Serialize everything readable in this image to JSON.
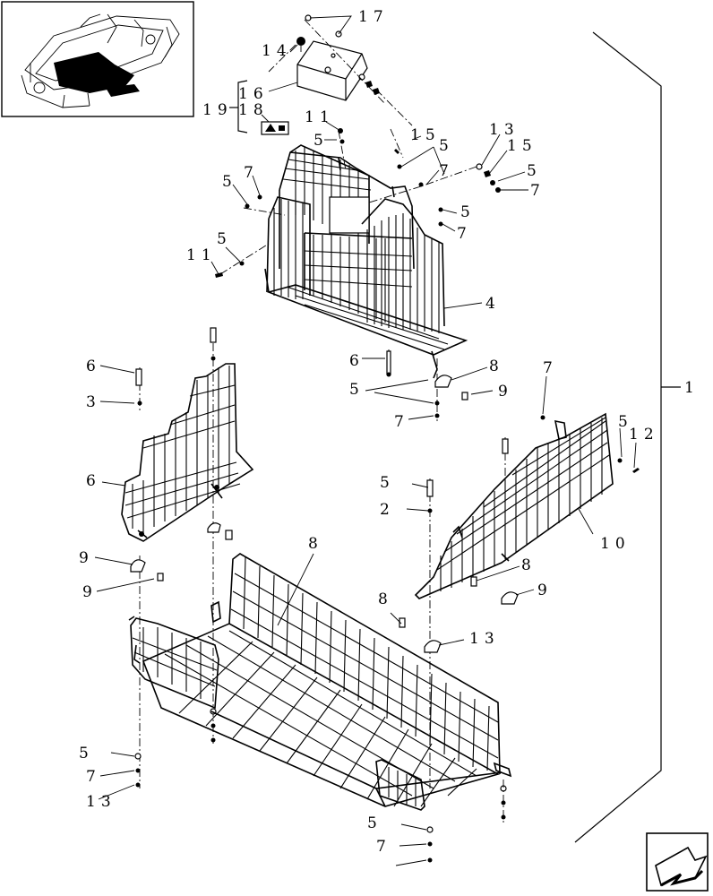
{
  "callouts": [
    {
      "id": "c17",
      "text": "17"
    },
    {
      "id": "c14",
      "text": "14"
    },
    {
      "id": "c16",
      "text": "16"
    },
    {
      "id": "c19",
      "text": "19"
    },
    {
      "id": "c18",
      "text": "18"
    },
    {
      "id": "c11a",
      "text": "11"
    },
    {
      "id": "c5a",
      "text": "5"
    },
    {
      "id": "c15a",
      "text": "15"
    },
    {
      "id": "c13a",
      "text": "13"
    },
    {
      "id": "c15b",
      "text": "15"
    },
    {
      "id": "c5b",
      "text": "5"
    },
    {
      "id": "c7a",
      "text": "7"
    },
    {
      "id": "c7b",
      "text": "7"
    },
    {
      "id": "c5c",
      "text": "5"
    },
    {
      "id": "c7c",
      "text": "7"
    },
    {
      "id": "c5d",
      "text": "5"
    },
    {
      "id": "c7d",
      "text": "7"
    },
    {
      "id": "c5e",
      "text": "5"
    },
    {
      "id": "c11b",
      "text": "11"
    },
    {
      "id": "c4",
      "text": "4"
    },
    {
      "id": "c6a",
      "text": "6"
    },
    {
      "id": "c5f",
      "text": "5"
    },
    {
      "id": "c6b",
      "text": "6"
    },
    {
      "id": "c8a",
      "text": "8"
    },
    {
      "id": "c5g",
      "text": "5"
    },
    {
      "id": "c9a",
      "text": "9"
    },
    {
      "id": "c7e",
      "text": "7"
    },
    {
      "id": "c7f",
      "text": "7"
    },
    {
      "id": "c1",
      "text": "1"
    },
    {
      "id": "c5h",
      "text": "5"
    },
    {
      "id": "c12",
      "text": "12"
    },
    {
      "id": "c3",
      "text": "3"
    },
    {
      "id": "c6c",
      "text": "6"
    },
    {
      "id": "c5i",
      "text": "5"
    },
    {
      "id": "c2",
      "text": "2"
    },
    {
      "id": "c10",
      "text": "10"
    },
    {
      "id": "c8b",
      "text": "8"
    },
    {
      "id": "c9b",
      "text": "9"
    },
    {
      "id": "c9c",
      "text": "9"
    },
    {
      "id": "c8c",
      "text": "8"
    },
    {
      "id": "c9d",
      "text": "9"
    },
    {
      "id": "c8d",
      "text": "8"
    },
    {
      "id": "c13b",
      "text": "13"
    },
    {
      "id": "c5j",
      "text": "5"
    },
    {
      "id": "c7g",
      "text": "7"
    },
    {
      "id": "c13c",
      "text": "13"
    },
    {
      "id": "c5k",
      "text": "5"
    },
    {
      "id": "c7h",
      "text": "7"
    }
  ],
  "icons": {
    "thumbnail": "machine-overview-thumbnail",
    "decal": "warning-decal-icon",
    "nav": "next-page-arrow-icon"
  }
}
